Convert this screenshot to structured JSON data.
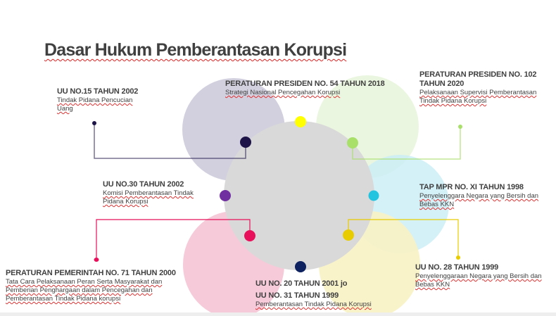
{
  "title": "Dasar Hukum Pemberantasan Korupsi",
  "items": [
    {
      "heading": "UU NO.15 TAHUN 2002",
      "desc": "Tindak Pidana Pencucian Uang",
      "color": "#1e1448"
    },
    {
      "heading": "PERATURAN PRESIDEN NO. 54 TAHUN 2018",
      "desc": "Strategi Nasional Pencegahan Korupsi",
      "color": "#ffff00"
    },
    {
      "heading": "PERATURAN PRESIDEN NO. 102 TAHUN 2020",
      "desc": "Pelaksanaan Supervisi Pemberantasan Tindak Pidana Korupsi",
      "color": "#a8e06a"
    },
    {
      "heading": "UU NO.30 TAHUN 2002",
      "desc": "Komisi Pemberantasan Tindak Pidana Korupsi",
      "color": "#7030a0"
    },
    {
      "heading": "TAP MPR NO. XI TAHUN 1998",
      "desc": "Penyelenggara Negara yang Bersih dan Bebas KKN",
      "color": "#22c4e0"
    },
    {
      "heading": "PERATURAN PEMERINTAH NO. 71 TAHUN 2000",
      "desc": "Tata Cara Pelaksanaan Peran Serta Masyarakat dan Pemberian Penghargaan dalam Pencegahan dan Pemberantasan Tindak Pidana korupsi",
      "color": "#e8105a"
    },
    {
      "heading": "UU NO. 28 TAHUN 1999",
      "desc": "Penyelenggaraan Negara yang Bersih dan Bebas KKN",
      "color": "#e8cc00"
    },
    {
      "heading": "UU NO. 20 TAHUN 2001 jo",
      "heading2": "UU NO. 31 TAHUN 1999",
      "desc": "Pemberantasan Tindak Pidana Korupsi",
      "color": "#0d2060"
    }
  ]
}
